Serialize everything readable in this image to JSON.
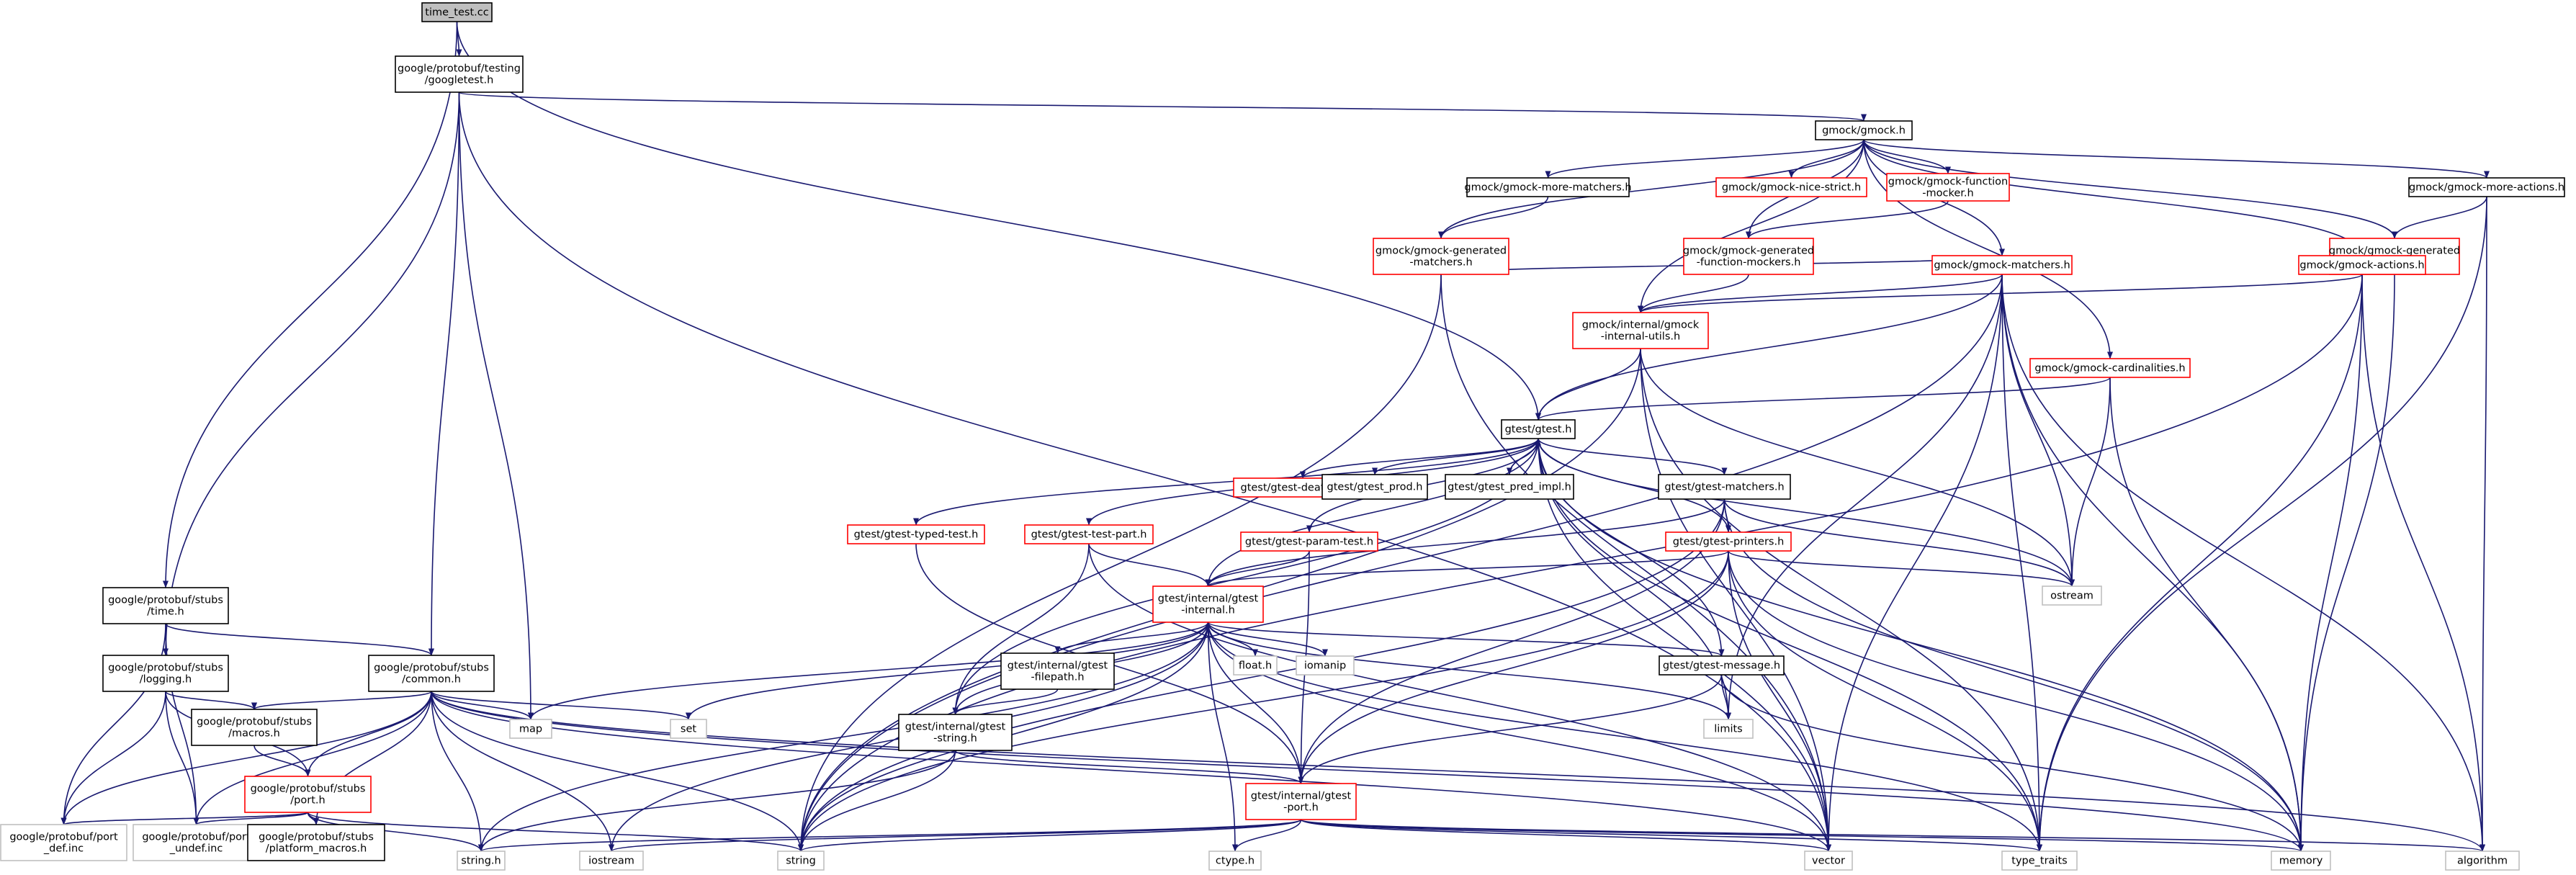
{
  "colors": {
    "edge": "#191970",
    "node_border_normal": "#000000",
    "node_border_truncated": "#ff0000",
    "node_border_external": "#bfbfbf",
    "root_fill": "#bfbfbf",
    "node_fill": "#ffffff"
  },
  "nodes": [
    {
      "id": "time_test",
      "lines": [
        "time_test.cc"
      ],
      "style": "root"
    },
    {
      "id": "googletest",
      "lines": [
        "google/protobuf/testing",
        "/googletest.h"
      ],
      "style": "normal"
    },
    {
      "id": "gmock_h",
      "lines": [
        "gmock/gmock.h"
      ],
      "style": "normal"
    },
    {
      "id": "more_matchers",
      "lines": [
        "gmock/gmock-more-matchers.h"
      ],
      "style": "normal"
    },
    {
      "id": "nice_strict",
      "lines": [
        "gmock/gmock-nice-strict.h"
      ],
      "style": "truncated"
    },
    {
      "id": "function_mocker",
      "lines": [
        "gmock/gmock-function",
        "-mocker.h"
      ],
      "style": "truncated"
    },
    {
      "id": "more_actions",
      "lines": [
        "gmock/gmock-more-actions.h"
      ],
      "style": "normal"
    },
    {
      "id": "gen_matchers",
      "lines": [
        "gmock/gmock-generated",
        "-matchers.h"
      ],
      "style": "truncated"
    },
    {
      "id": "gen_func_mockers",
      "lines": [
        "gmock/gmock-generated",
        "-function-mockers.h"
      ],
      "style": "truncated"
    },
    {
      "id": "gen_actions",
      "lines": [
        "gmock/gmock-generated",
        "-actions.h"
      ],
      "style": "truncated"
    },
    {
      "id": "gmock_matchers",
      "lines": [
        "gmock/gmock-matchers.h"
      ],
      "style": "truncated"
    },
    {
      "id": "gmock_actions",
      "lines": [
        "gmock/gmock-actions.h"
      ],
      "style": "truncated"
    },
    {
      "id": "internal_utils",
      "lines": [
        "gmock/internal/gmock",
        "-internal-utils.h"
      ],
      "style": "truncated"
    },
    {
      "id": "cardinalities",
      "lines": [
        "gmock/gmock-cardinalities.h"
      ],
      "style": "truncated"
    },
    {
      "id": "gtest_h",
      "lines": [
        "gtest/gtest.h"
      ],
      "style": "normal"
    },
    {
      "id": "death_test",
      "lines": [
        "gtest/gtest-death-test.h"
      ],
      "style": "truncated"
    },
    {
      "id": "gtest_prod",
      "lines": [
        "gtest/gtest_prod.h"
      ],
      "style": "normal"
    },
    {
      "id": "pred_impl",
      "lines": [
        "gtest/gtest_pred_impl.h"
      ],
      "style": "normal"
    },
    {
      "id": "gtest_matchers",
      "lines": [
        "gtest/gtest-matchers.h"
      ],
      "style": "normal"
    },
    {
      "id": "typed_test",
      "lines": [
        "gtest/gtest-typed-test.h"
      ],
      "style": "truncated"
    },
    {
      "id": "test_part",
      "lines": [
        "gtest/gtest-test-part.h"
      ],
      "style": "truncated"
    },
    {
      "id": "param_test",
      "lines": [
        "gtest/gtest-param-test.h"
      ],
      "style": "truncated"
    },
    {
      "id": "printers",
      "lines": [
        "gtest/gtest-printers.h"
      ],
      "style": "truncated"
    },
    {
      "id": "ostream",
      "lines": [
        "ostream"
      ],
      "style": "external"
    },
    {
      "id": "gtest_internal",
      "lines": [
        "gtest/internal/gtest",
        "-internal.h"
      ],
      "style": "truncated"
    },
    {
      "id": "stubs_time",
      "lines": [
        "google/protobuf/stubs",
        "/time.h"
      ],
      "style": "normal"
    },
    {
      "id": "stubs_logging",
      "lines": [
        "google/protobuf/stubs",
        "/logging.h"
      ],
      "style": "normal"
    },
    {
      "id": "stubs_common",
      "lines": [
        "google/protobuf/stubs",
        "/common.h"
      ],
      "style": "normal"
    },
    {
      "id": "filepath",
      "lines": [
        "gtest/internal/gtest",
        "-filepath.h"
      ],
      "style": "normal"
    },
    {
      "id": "float_h",
      "lines": [
        "float.h"
      ],
      "style": "external"
    },
    {
      "id": "iomanip",
      "lines": [
        "iomanip"
      ],
      "style": "external"
    },
    {
      "id": "gtest_message",
      "lines": [
        "gtest/gtest-message.h"
      ],
      "style": "normal"
    },
    {
      "id": "stubs_macros",
      "lines": [
        "google/protobuf/stubs",
        "/macros.h"
      ],
      "style": "normal"
    },
    {
      "id": "map",
      "lines": [
        "map"
      ],
      "style": "external"
    },
    {
      "id": "set",
      "lines": [
        "set"
      ],
      "style": "external"
    },
    {
      "id": "internal_string",
      "lines": [
        "gtest/internal/gtest",
        "-string.h"
      ],
      "style": "normal"
    },
    {
      "id": "limits",
      "lines": [
        "limits"
      ],
      "style": "external"
    },
    {
      "id": "stubs_port",
      "lines": [
        "google/protobuf/stubs",
        "/port.h"
      ],
      "style": "truncated"
    },
    {
      "id": "gtest_port",
      "lines": [
        "gtest/internal/gtest",
        "-port.h"
      ],
      "style": "truncated"
    },
    {
      "id": "port_def",
      "lines": [
        "google/protobuf/port",
        "_def.inc"
      ],
      "style": "external"
    },
    {
      "id": "port_undef",
      "lines": [
        "google/protobuf/port",
        "_undef.inc"
      ],
      "style": "external"
    },
    {
      "id": "platform_macros",
      "lines": [
        "google/protobuf/stubs",
        "/platform_macros.h"
      ],
      "style": "normal"
    },
    {
      "id": "string_h",
      "lines": [
        "string.h"
      ],
      "style": "external"
    },
    {
      "id": "iostream",
      "lines": [
        "iostream"
      ],
      "style": "external"
    },
    {
      "id": "string",
      "lines": [
        "string"
      ],
      "style": "external"
    },
    {
      "id": "ctype_h",
      "lines": [
        "ctype.h"
      ],
      "style": "external"
    },
    {
      "id": "vector",
      "lines": [
        "vector"
      ],
      "style": "external"
    },
    {
      "id": "type_traits",
      "lines": [
        "type_traits"
      ],
      "style": "external"
    },
    {
      "id": "memory",
      "lines": [
        "memory"
      ],
      "style": "external"
    },
    {
      "id": "algorithm",
      "lines": [
        "algorithm"
      ],
      "style": "external"
    }
  ],
  "edges": [
    [
      "time_test",
      "googletest"
    ],
    [
      "time_test",
      "stubs_time"
    ],
    [
      "time_test",
      "gtest_h"
    ],
    [
      "googletest",
      "gmock_h"
    ],
    [
      "googletest",
      "stubs_logging"
    ],
    [
      "googletest",
      "stubs_common"
    ],
    [
      "googletest",
      "map"
    ],
    [
      "googletest",
      "vector"
    ],
    [
      "gmock_h",
      "more_matchers"
    ],
    [
      "gmock_h",
      "nice_strict"
    ],
    [
      "gmock_h",
      "function_mocker"
    ],
    [
      "gmock_h",
      "more_actions"
    ],
    [
      "gmock_h",
      "gen_matchers"
    ],
    [
      "gmock_h",
      "gen_func_mockers"
    ],
    [
      "gmock_h",
      "gen_actions"
    ],
    [
      "gmock_h",
      "gmock_matchers"
    ],
    [
      "gmock_h",
      "gmock_actions"
    ],
    [
      "gmock_h",
      "internal_utils"
    ],
    [
      "gmock_h",
      "cardinalities"
    ],
    [
      "more_matchers",
      "gen_matchers"
    ],
    [
      "function_mocker",
      "gen_func_mockers"
    ],
    [
      "more_actions",
      "gen_actions"
    ],
    [
      "more_actions",
      "type_traits"
    ],
    [
      "more_actions",
      "algorithm"
    ],
    [
      "gen_matchers",
      "gmock_matchers"
    ],
    [
      "gen_matchers",
      "string"
    ],
    [
      "gen_matchers",
      "vector"
    ],
    [
      "gen_func_mockers",
      "internal_utils"
    ],
    [
      "gen_actions",
      "gmock_actions"
    ],
    [
      "gen_actions",
      "memory"
    ],
    [
      "gmock_matchers",
      "internal_utils"
    ],
    [
      "gmock_matchers",
      "gtest_h"
    ],
    [
      "gmock_matchers",
      "string"
    ],
    [
      "gmock_matchers",
      "ostream"
    ],
    [
      "gmock_matchers",
      "limits"
    ],
    [
      "gmock_matchers",
      "vector"
    ],
    [
      "gmock_matchers",
      "type_traits"
    ],
    [
      "gmock_matchers",
      "memory"
    ],
    [
      "gmock_matchers",
      "algorithm"
    ],
    [
      "gmock_actions",
      "internal_utils"
    ],
    [
      "gmock_actions",
      "string"
    ],
    [
      "gmock_actions",
      "type_traits"
    ],
    [
      "gmock_actions",
      "memory"
    ],
    [
      "gmock_actions",
      "algorithm"
    ],
    [
      "internal_utils",
      "gtest_h"
    ],
    [
      "internal_utils",
      "string"
    ],
    [
      "internal_utils",
      "ostream"
    ],
    [
      "internal_utils",
      "vector"
    ],
    [
      "internal_utils",
      "type_traits"
    ],
    [
      "cardinalities",
      "gtest_h"
    ],
    [
      "cardinalities",
      "ostream"
    ],
    [
      "cardinalities",
      "memory"
    ],
    [
      "gtest_h",
      "death_test"
    ],
    [
      "gtest_h",
      "gtest_prod"
    ],
    [
      "gtest_h",
      "pred_impl"
    ],
    [
      "gtest_h",
      "gtest_matchers"
    ],
    [
      "gtest_h",
      "typed_test"
    ],
    [
      "gtest_h",
      "test_part"
    ],
    [
      "gtest_h",
      "param_test"
    ],
    [
      "gtest_h",
      "printers"
    ],
    [
      "gtest_h",
      "gtest_internal"
    ],
    [
      "gtest_h",
      "gtest_message"
    ],
    [
      "gtest_h",
      "internal_string"
    ],
    [
      "gtest_h",
      "ostream"
    ],
    [
      "gtest_h",
      "limits"
    ],
    [
      "gtest_h",
      "vector"
    ],
    [
      "gtest_h",
      "memory"
    ],
    [
      "gtest_h",
      "type_traits"
    ],
    [
      "pred_impl",
      "gtest_h"
    ],
    [
      "gtest_matchers",
      "printers"
    ],
    [
      "gtest_matchers",
      "gtest_internal"
    ],
    [
      "gtest_matchers",
      "gtest_port"
    ],
    [
      "gtest_matchers",
      "string"
    ],
    [
      "gtest_matchers",
      "ostream"
    ],
    [
      "gtest_matchers",
      "memory"
    ],
    [
      "typed_test",
      "gtest_port"
    ],
    [
      "test_part",
      "gtest_internal"
    ],
    [
      "test_part",
      "internal_string"
    ],
    [
      "test_part",
      "vector"
    ],
    [
      "param_test",
      "gtest_internal"
    ],
    [
      "param_test",
      "gtest_port"
    ],
    [
      "printers",
      "gtest_internal"
    ],
    [
      "printers",
      "gtest_port"
    ],
    [
      "printers",
      "ostream"
    ],
    [
      "printers",
      "string"
    ],
    [
      "printers",
      "vector"
    ],
    [
      "printers",
      "type_traits"
    ],
    [
      "printers",
      "memory"
    ],
    [
      "gtest_internal",
      "filepath"
    ],
    [
      "gtest_internal",
      "float_h"
    ],
    [
      "gtest_internal",
      "iomanip"
    ],
    [
      "gtest_internal",
      "gtest_message"
    ],
    [
      "gtest_internal",
      "internal_string"
    ],
    [
      "gtest_internal",
      "gtest_port"
    ],
    [
      "gtest_internal",
      "ctype_h"
    ],
    [
      "gtest_internal",
      "string_h"
    ],
    [
      "gtest_internal",
      "map"
    ],
    [
      "gtest_internal",
      "set"
    ],
    [
      "gtest_internal",
      "string"
    ],
    [
      "gtest_internal",
      "vector"
    ],
    [
      "gtest_internal",
      "limits"
    ],
    [
      "gtest_internal",
      "type_traits"
    ],
    [
      "gtest_internal",
      "iostream"
    ],
    [
      "stubs_time",
      "stubs_common"
    ],
    [
      "stubs_time",
      "port_def"
    ],
    [
      "stubs_time",
      "port_undef"
    ],
    [
      "stubs_logging",
      "stubs_macros"
    ],
    [
      "stubs_logging",
      "stubs_port"
    ],
    [
      "stubs_logging",
      "port_def"
    ],
    [
      "stubs_logging",
      "port_undef"
    ],
    [
      "stubs_common",
      "stubs_macros"
    ],
    [
      "stubs_common",
      "stubs_port"
    ],
    [
      "stubs_common",
      "map"
    ],
    [
      "stubs_common",
      "set"
    ],
    [
      "stubs_common",
      "string"
    ],
    [
      "stubs_common",
      "iostream"
    ],
    [
      "stubs_common",
      "vector"
    ],
    [
      "stubs_common",
      "memory"
    ],
    [
      "stubs_common",
      "algorithm"
    ],
    [
      "stubs_common",
      "port_def"
    ],
    [
      "stubs_common",
      "port_undef"
    ],
    [
      "stubs_common",
      "platform_macros"
    ],
    [
      "stubs_common",
      "string_h"
    ],
    [
      "filepath",
      "internal_string"
    ],
    [
      "gtest_message",
      "limits"
    ],
    [
      "gtest_message",
      "memory"
    ],
    [
      "gtest_message",
      "gtest_port"
    ],
    [
      "stubs_macros",
      "stubs_port"
    ],
    [
      "internal_string",
      "gtest_port"
    ],
    [
      "internal_string",
      "string"
    ],
    [
      "internal_string",
      "string_h"
    ],
    [
      "stubs_port",
      "port_def"
    ],
    [
      "stubs_port",
      "port_undef"
    ],
    [
      "stubs_port",
      "platform_macros"
    ],
    [
      "stubs_port",
      "string"
    ],
    [
      "stubs_port",
      "string_h"
    ],
    [
      "gtest_port",
      "string"
    ],
    [
      "gtest_port",
      "string_h"
    ],
    [
      "gtest_port",
      "iostream"
    ],
    [
      "gtest_port",
      "ctype_h"
    ],
    [
      "gtest_port",
      "vector"
    ],
    [
      "gtest_port",
      "type_traits"
    ],
    [
      "gtest_port",
      "memory"
    ],
    [
      "gtest_port",
      "algorithm"
    ]
  ]
}
